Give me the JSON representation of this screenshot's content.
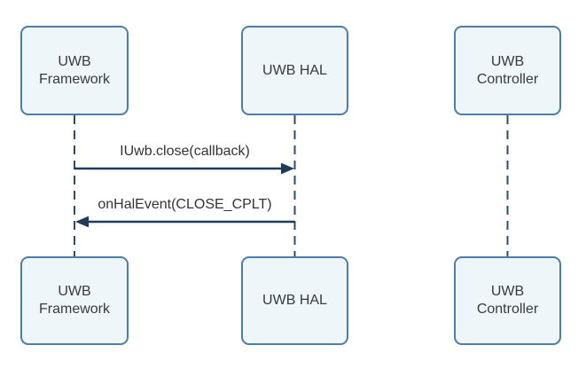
{
  "diagram": {
    "type": "sequence-diagram",
    "participants": [
      {
        "id": "uwb-framework",
        "label": "UWB Framework"
      },
      {
        "id": "uwb-hal",
        "label": "UWB HAL"
      },
      {
        "id": "uwb-controller",
        "label": "UWB Controller"
      }
    ],
    "messages": [
      {
        "from": "uwb-framework",
        "to": "uwb-hal",
        "direction": "right",
        "label": "IUwb.close(callback)"
      },
      {
        "from": "uwb-hal",
        "to": "uwb-framework",
        "direction": "left",
        "label": "onHalEvent(CLOSE_CPLT)"
      }
    ],
    "colors": {
      "background": "#ffffff",
      "box_fill": "#eef6fa",
      "box_border": "#4d7da8",
      "lifeline": "#2c4c69",
      "arrow": "#1e3c58",
      "box_text": "#3a3a3a",
      "message_text": "#333333"
    }
  }
}
